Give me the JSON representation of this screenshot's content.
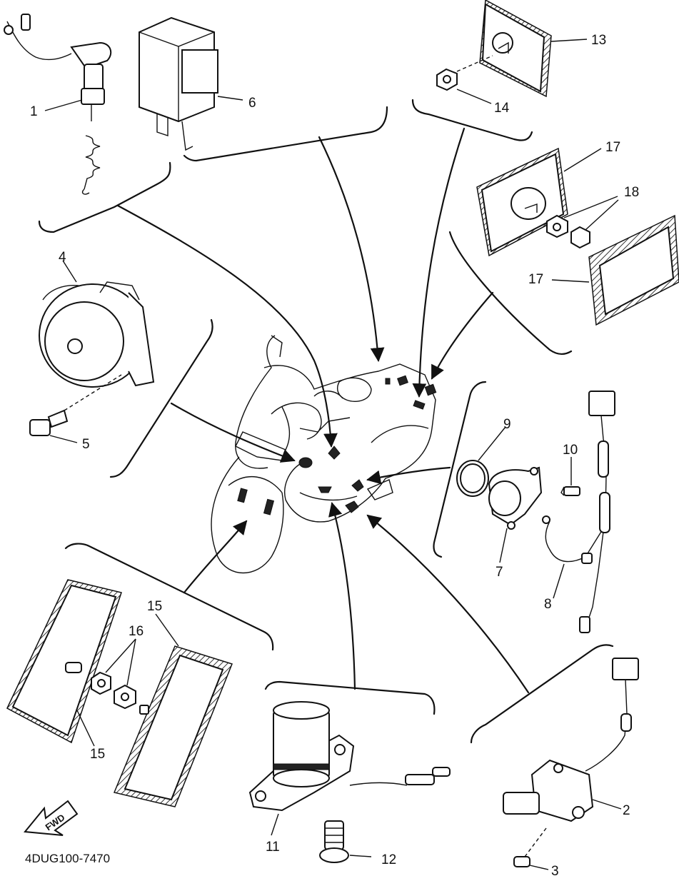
{
  "diagram": {
    "code": "4DUG100-7470",
    "fwd_label": "FWD",
    "callouts": [
      {
        "id": "c1",
        "text": "1"
      },
      {
        "id": "c2",
        "text": "2"
      },
      {
        "id": "c3",
        "text": "3"
      },
      {
        "id": "c4",
        "text": "4"
      },
      {
        "id": "c5",
        "text": "5"
      },
      {
        "id": "c6",
        "text": "6"
      },
      {
        "id": "c7",
        "text": "7"
      },
      {
        "id": "c8",
        "text": "8"
      },
      {
        "id": "c9",
        "text": "9"
      },
      {
        "id": "c10",
        "text": "10"
      },
      {
        "id": "c11",
        "text": "11"
      },
      {
        "id": "c12",
        "text": "12"
      },
      {
        "id": "c13",
        "text": "13"
      },
      {
        "id": "c14",
        "text": "14"
      },
      {
        "id": "c15a",
        "text": "15"
      },
      {
        "id": "c15b",
        "text": "15"
      },
      {
        "id": "c16",
        "text": "16"
      },
      {
        "id": "c17a",
        "text": "17"
      },
      {
        "id": "c17b",
        "text": "17"
      },
      {
        "id": "c18",
        "text": "18"
      }
    ]
  }
}
